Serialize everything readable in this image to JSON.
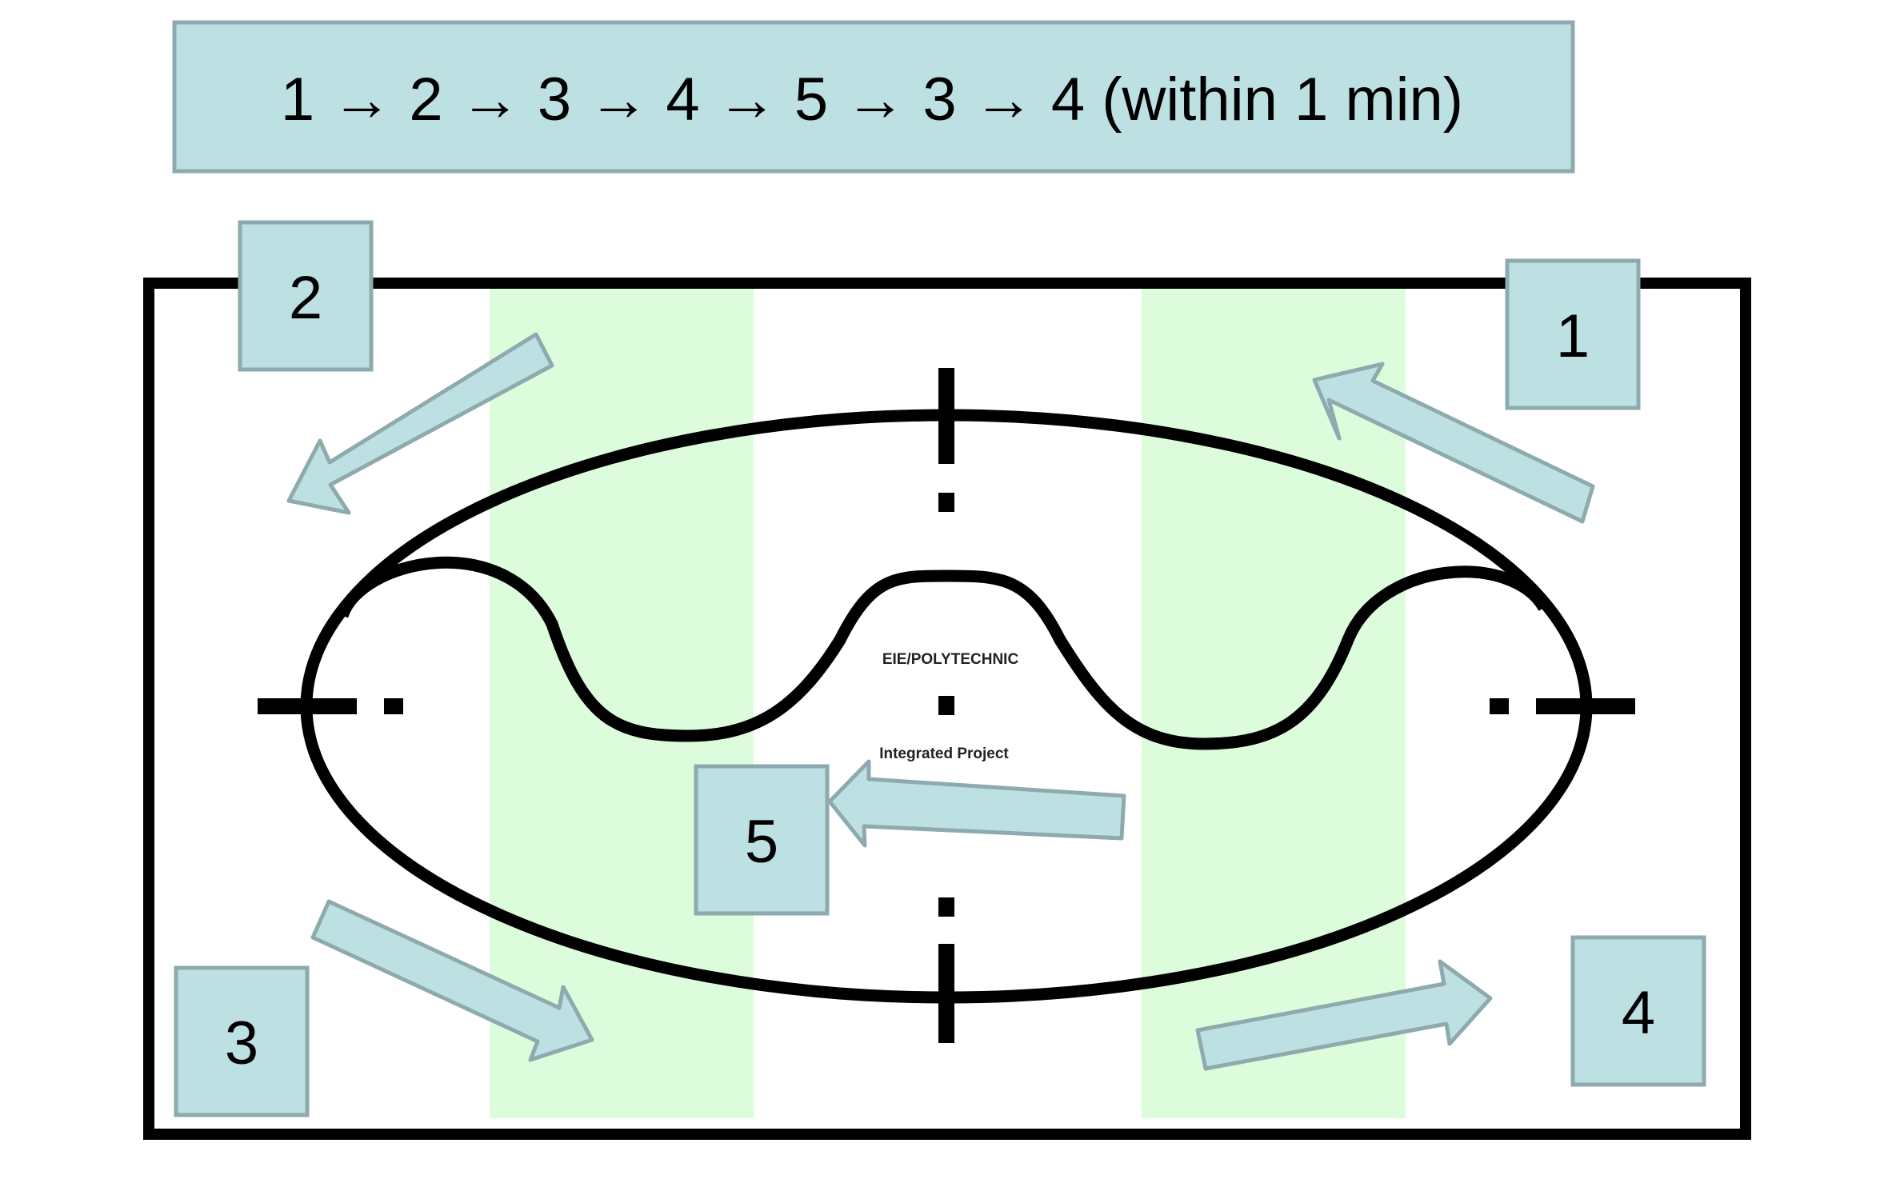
{
  "sequence": {
    "text": "1 → 2 → 3 → 4 → 5 → 3 → 4 (within 1 min)"
  },
  "markers": {
    "m1": "1",
    "m2": "2",
    "m3": "3",
    "m4": "4",
    "m5": "5"
  },
  "arena": {
    "title": "EIE/POLYTECHNIC",
    "subtitle": "Integrated Project"
  },
  "colors": {
    "box_fill": "#bde0e3",
    "box_stroke": "#8eaaae",
    "zone_fill": "#dcfcdc",
    "track": "#000000"
  }
}
